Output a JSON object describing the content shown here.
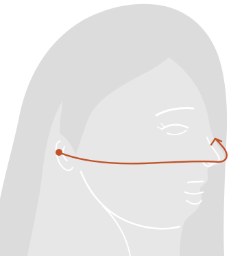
{
  "illustration": {
    "subject": "head-profile-right-facing",
    "colors": {
      "hair": "#dcdcdc",
      "skin": "#e7e7e7",
      "line_art": "#ffffff",
      "measurement": "#c0522a"
    },
    "measurement_path": {
      "from": "ear-canal",
      "to": "nose-tip",
      "start_marker": "dot",
      "end_marker": "arrowhead"
    }
  }
}
